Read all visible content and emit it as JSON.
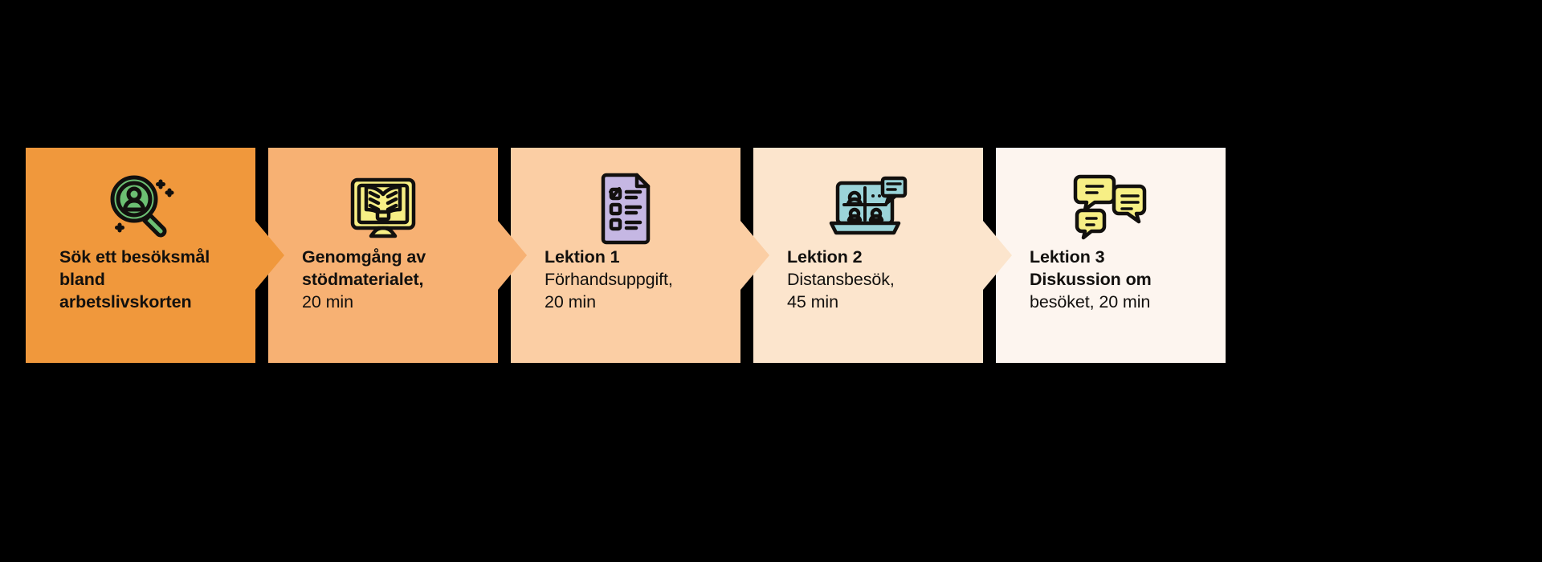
{
  "diagram": {
    "type": "process-flow-chevron",
    "background": "#000000",
    "steps": [
      {
        "id": "step-1",
        "bg": "#F0983C",
        "icon": "magnifier-person-search-icon",
        "icon_colors": {
          "fill": "#6CBF73",
          "stroke": "#12100e"
        },
        "lines": [
          {
            "text": "Sök ett besöksmål",
            "bold": true
          },
          {
            "text": "bland",
            "bold": true
          },
          {
            "text": "arbetslivskorten",
            "bold": true
          }
        ]
      },
      {
        "id": "step-2",
        "bg": "#F7B173",
        "icon": "book-on-monitor-icon",
        "icon_colors": {
          "fill": "#F7EF85",
          "stroke": "#12100e"
        },
        "lines": [
          {
            "text": "Genomgång av",
            "bold": true
          },
          {
            "text": "stödmaterialet,",
            "bold": true
          },
          {
            "text": "20 min",
            "bold": false
          }
        ]
      },
      {
        "id": "step-3",
        "bg": "#FBCEA4",
        "icon": "checklist-document-icon",
        "icon_colors": {
          "fill": "#C5B7E3",
          "stroke": "#12100e"
        },
        "lines": [
          {
            "text": "Lektion 1",
            "bold": true
          },
          {
            "text": "Förhandsuppgift,",
            "bold": false
          },
          {
            "text": "20 min",
            "bold": false
          }
        ]
      },
      {
        "id": "step-4",
        "bg": "#FCE5CD",
        "icon": "video-call-laptop-icon",
        "icon_colors": {
          "fill": "#9BD4D9",
          "stroke": "#12100e"
        },
        "lines": [
          {
            "text": "Lektion 2",
            "bold": true
          },
          {
            "text": "Distansbesök,",
            "bold": false
          },
          {
            "text": "45 min",
            "bold": false
          }
        ]
      },
      {
        "id": "step-5",
        "bg": "#FDF5EF",
        "icon": "speech-bubbles-discussion-icon",
        "icon_colors": {
          "fill": "#F7EF85",
          "stroke": "#12100e"
        },
        "lines": [
          {
            "text": "Lektion 3",
            "bold": true
          },
          {
            "text": "Diskussion om",
            "bold": true
          },
          {
            "text": "besöket, 20 min",
            "bold": false
          }
        ]
      }
    ]
  }
}
